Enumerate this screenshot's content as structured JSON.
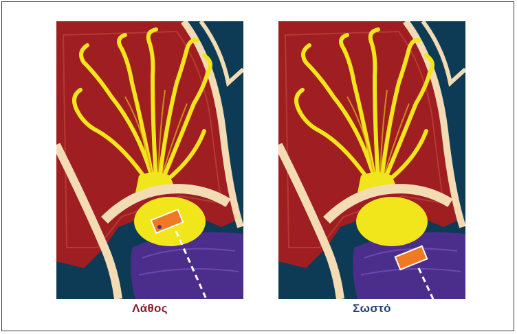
{
  "panels": [
    {
      "id": "left",
      "caption": "Λάθος",
      "caption_color": "#8a1c2b"
    },
    {
      "id": "right",
      "caption": "Σωστό",
      "caption_color": "#1f3f73"
    }
  ],
  "colors": {
    "background_tissue": "#0d3a55",
    "muscle": "#9e1e22",
    "muscle_outline": "#c0443a",
    "membrane": "#f3dcb4",
    "yellow_region": "#f1e51c",
    "yellow_dark": "#e0a51a",
    "purple_region": "#4b2e8c",
    "marker": "#f07a24",
    "dashed_line": "#ffffff"
  }
}
